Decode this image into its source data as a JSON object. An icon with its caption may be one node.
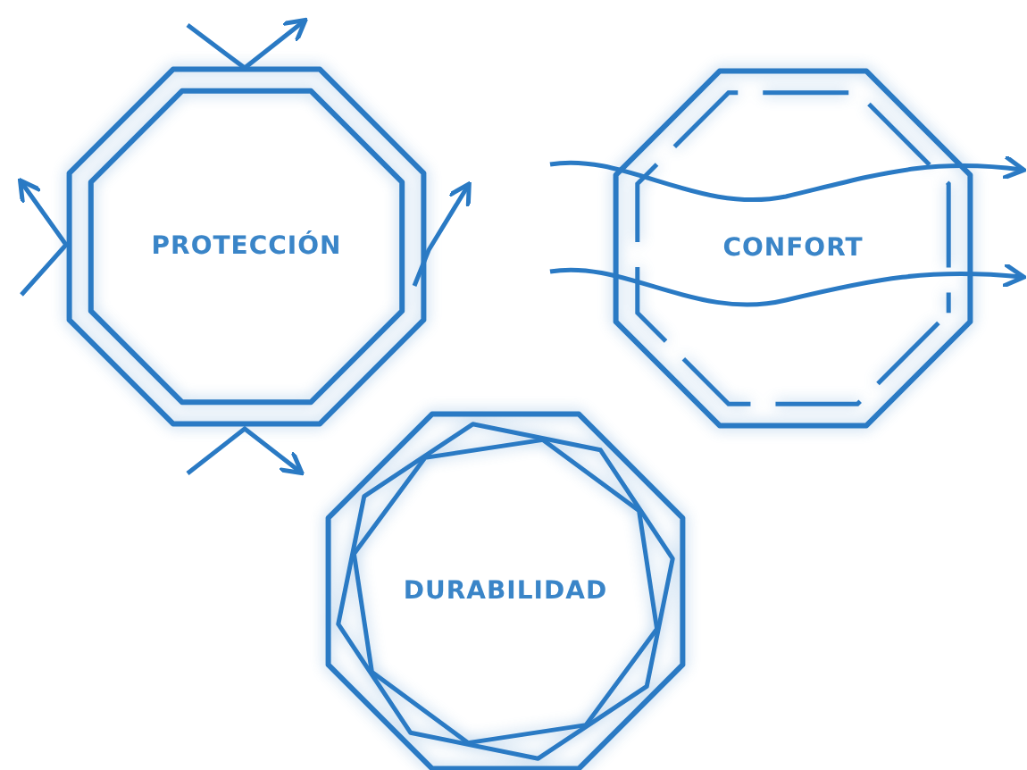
{
  "diagram": {
    "nodes": [
      {
        "text": [
          "PROTECCIÓN"
        ]
      },
      {
        "text": [
          "CONFORT"
        ]
      },
      {
        "text": [
          "DURABILIDAD"
        ]
      }
    ],
    "edges": []
  }
}
